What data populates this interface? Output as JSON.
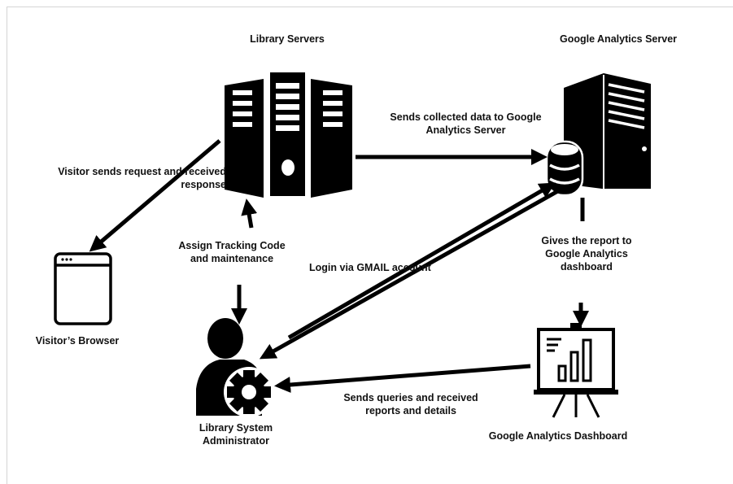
{
  "nodes": {
    "library_servers": "Library Servers",
    "ga_server": "Google Analytics Server",
    "visitor_browser": "Visitor’s Browser",
    "admin": "Library System\nAdministrator",
    "ga_dashboard": "Google Analytics Dashboard"
  },
  "edges": {
    "visitor_request": "Visitor sends request and received\nresponse",
    "send_data": "Sends collected data to Google\nAnalytics Server",
    "tracking_code": "Assign Tracking Code\nand maintenance",
    "login": "Login via GMAIL account",
    "gives_report": "Gives the report to\nGoogle Analytics\ndashboard",
    "queries": "Sends queries and received\nreports and details"
  },
  "colors": {
    "ink": "#000000",
    "background": "#ffffff",
    "frame": "#d4d4d4"
  }
}
